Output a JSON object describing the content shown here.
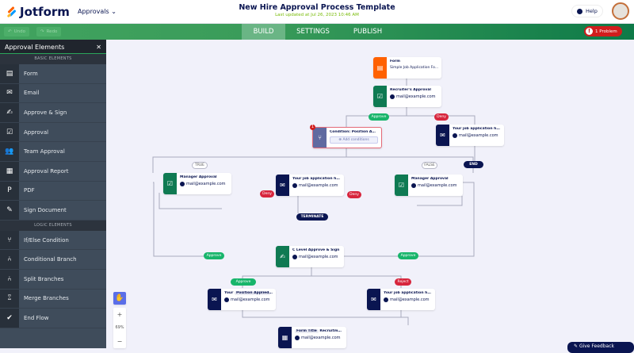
{
  "header": {
    "brand": "Jotform",
    "app_selector": "Approvals",
    "title": "New Hire Approval Process Template",
    "subtitle": "Last updated at Jul 26, 2023 10:46 AM",
    "help": "Help"
  },
  "toolbar": {
    "undo": "Undo",
    "redo": "Redo",
    "tabs": [
      "BUILD",
      "SETTINGS",
      "PUBLISH"
    ],
    "active_tab": "BUILD",
    "problem": "1 Problem"
  },
  "sidebar": {
    "title": "Approval Elements",
    "basic_header": "BASIC ELEMENTS",
    "basic": [
      {
        "label": "Form",
        "icon": "form-icon"
      },
      {
        "label": "Email",
        "icon": "email-icon"
      },
      {
        "label": "Approve & Sign",
        "icon": "approve-sign-icon"
      },
      {
        "label": "Approval",
        "icon": "approval-icon"
      },
      {
        "label": "Team Approval",
        "icon": "team-approval-icon"
      },
      {
        "label": "Approval Report",
        "icon": "report-icon"
      },
      {
        "label": "PDF",
        "icon": "pdf-icon"
      },
      {
        "label": "Sign Document",
        "icon": "sign-document-icon"
      }
    ],
    "logic_header": "LOGIC ELEMENTS",
    "logic": [
      {
        "label": "If/Else Condition",
        "icon": "condition-icon"
      },
      {
        "label": "Conditional Branch",
        "icon": "branch-icon"
      },
      {
        "label": "Split Branches",
        "icon": "split-icon"
      },
      {
        "label": "Merge Branches",
        "icon": "merge-icon"
      },
      {
        "label": "End Flow",
        "icon": "check-circle-icon"
      }
    ]
  },
  "flow": {
    "form": {
      "title": "Form",
      "sub": "Simple Job Application Fo..."
    },
    "recruiter": {
      "title": "Recruiter's Approval",
      "email": "mail@example.com"
    },
    "condition": {
      "title": "Condition: Position Applied",
      "action": "Add conditions",
      "badge": "1"
    },
    "reject_email_top": {
      "title": "Your job application has been...",
      "email": "mail@example.com"
    },
    "manager_left": {
      "title": "Manager Approval",
      "email": "mail@example.com"
    },
    "email_mid": {
      "title": "Your job application has been...",
      "email": "mail@example.com"
    },
    "manager_right": {
      "title": "Manager Approval",
      "email": "mail@example.com"
    },
    "clevel": {
      "title": "C Level Approve & Sign",
      "email": "mail@example.com"
    },
    "email_left_bottom": {
      "pre": "Your",
      "tag": "Position Applied",
      "post": "app...",
      "email": "mail@example.com"
    },
    "email_right_bottom": {
      "title": "Your job application has been...",
      "email": "mail@example.com"
    },
    "pdf_node": {
      "tag": "Form Title",
      "post": "Recruitment Re...",
      "email": "mail@example.com"
    },
    "labels": {
      "approve": "Approve",
      "deny": "Deny",
      "reject": "Reject",
      "true": "TRUE",
      "false": "FALSE",
      "end": "END",
      "terminate": "TERMINATE"
    }
  },
  "zoom": {
    "level": "69%",
    "plus": "+",
    "minus": "−"
  },
  "feedback": "Give Feedback",
  "colors": {
    "green": "#18b56b",
    "red": "#d7263d",
    "navy": "#0a1551",
    "orange": "#ff6100",
    "approval_green": "#0f7a52",
    "condition": "#5f6aa0"
  }
}
